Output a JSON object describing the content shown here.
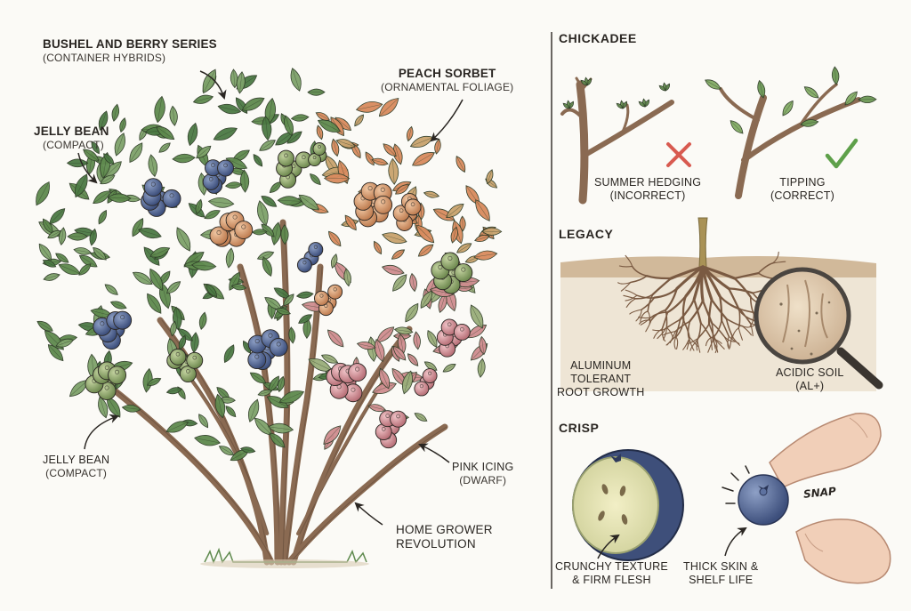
{
  "bush_labels": {
    "bushel_berry": {
      "main": "BUSHEL AND BERRY SERIES",
      "sub": "(CONTAINER HYBRIDS)"
    },
    "peach_sorbet": {
      "main": "PEACH SORBET",
      "sub": "(ORNAMENTAL FOLIAGE)"
    },
    "jelly_bean_top": {
      "main": "JELLY BEAN",
      "sub": "(COMPACT)"
    },
    "jelly_bean_bottom": {
      "main": "JELLY BEAN",
      "sub": "(COMPACT)"
    },
    "pink_icing": {
      "main": "PINK ICING",
      "sub": "(DWARF)"
    },
    "home_grower": {
      "line1": "HOME GROWER",
      "line2": "REVOLUTION"
    }
  },
  "panels": {
    "chickadee": {
      "title": "CHICKADEE",
      "left": {
        "line1": "SUMMER HEDGING",
        "line2": "(INCORRECT)"
      },
      "right": {
        "line1": "TIPPING",
        "line2": "(CORRECT)"
      }
    },
    "legacy": {
      "title": "LEGACY",
      "left": {
        "line1": "ALUMINUM",
        "line2": "TOLERANT",
        "line3": "ROOT GROWTH"
      },
      "right": {
        "line1": "ACIDIC SOIL",
        "line2": "(Al+)"
      }
    },
    "crisp": {
      "title": "CRISP",
      "left": {
        "line1": "CRUNCHY TEXTURE",
        "line2": "& FIRM FLESH"
      },
      "right": {
        "line1": "THICK SKIN &",
        "line2": "SHELF LIFE"
      },
      "snap": "SNAP"
    }
  },
  "colors": {
    "ink": "#2a2622",
    "blue_berry": "#4e6391",
    "peach_berry": "#d99a6c",
    "green_berry": "#8fa86b",
    "pink_berry": "#d8919a",
    "leaf_green": "#5f8a4e",
    "leaf_peach": "#d98b5e",
    "leaf_pink": "#cf8d8f",
    "bark": "#8a6a52",
    "soil": "#c9ad8a",
    "cross_red": "#d85a50",
    "check_green": "#5ea04a"
  }
}
